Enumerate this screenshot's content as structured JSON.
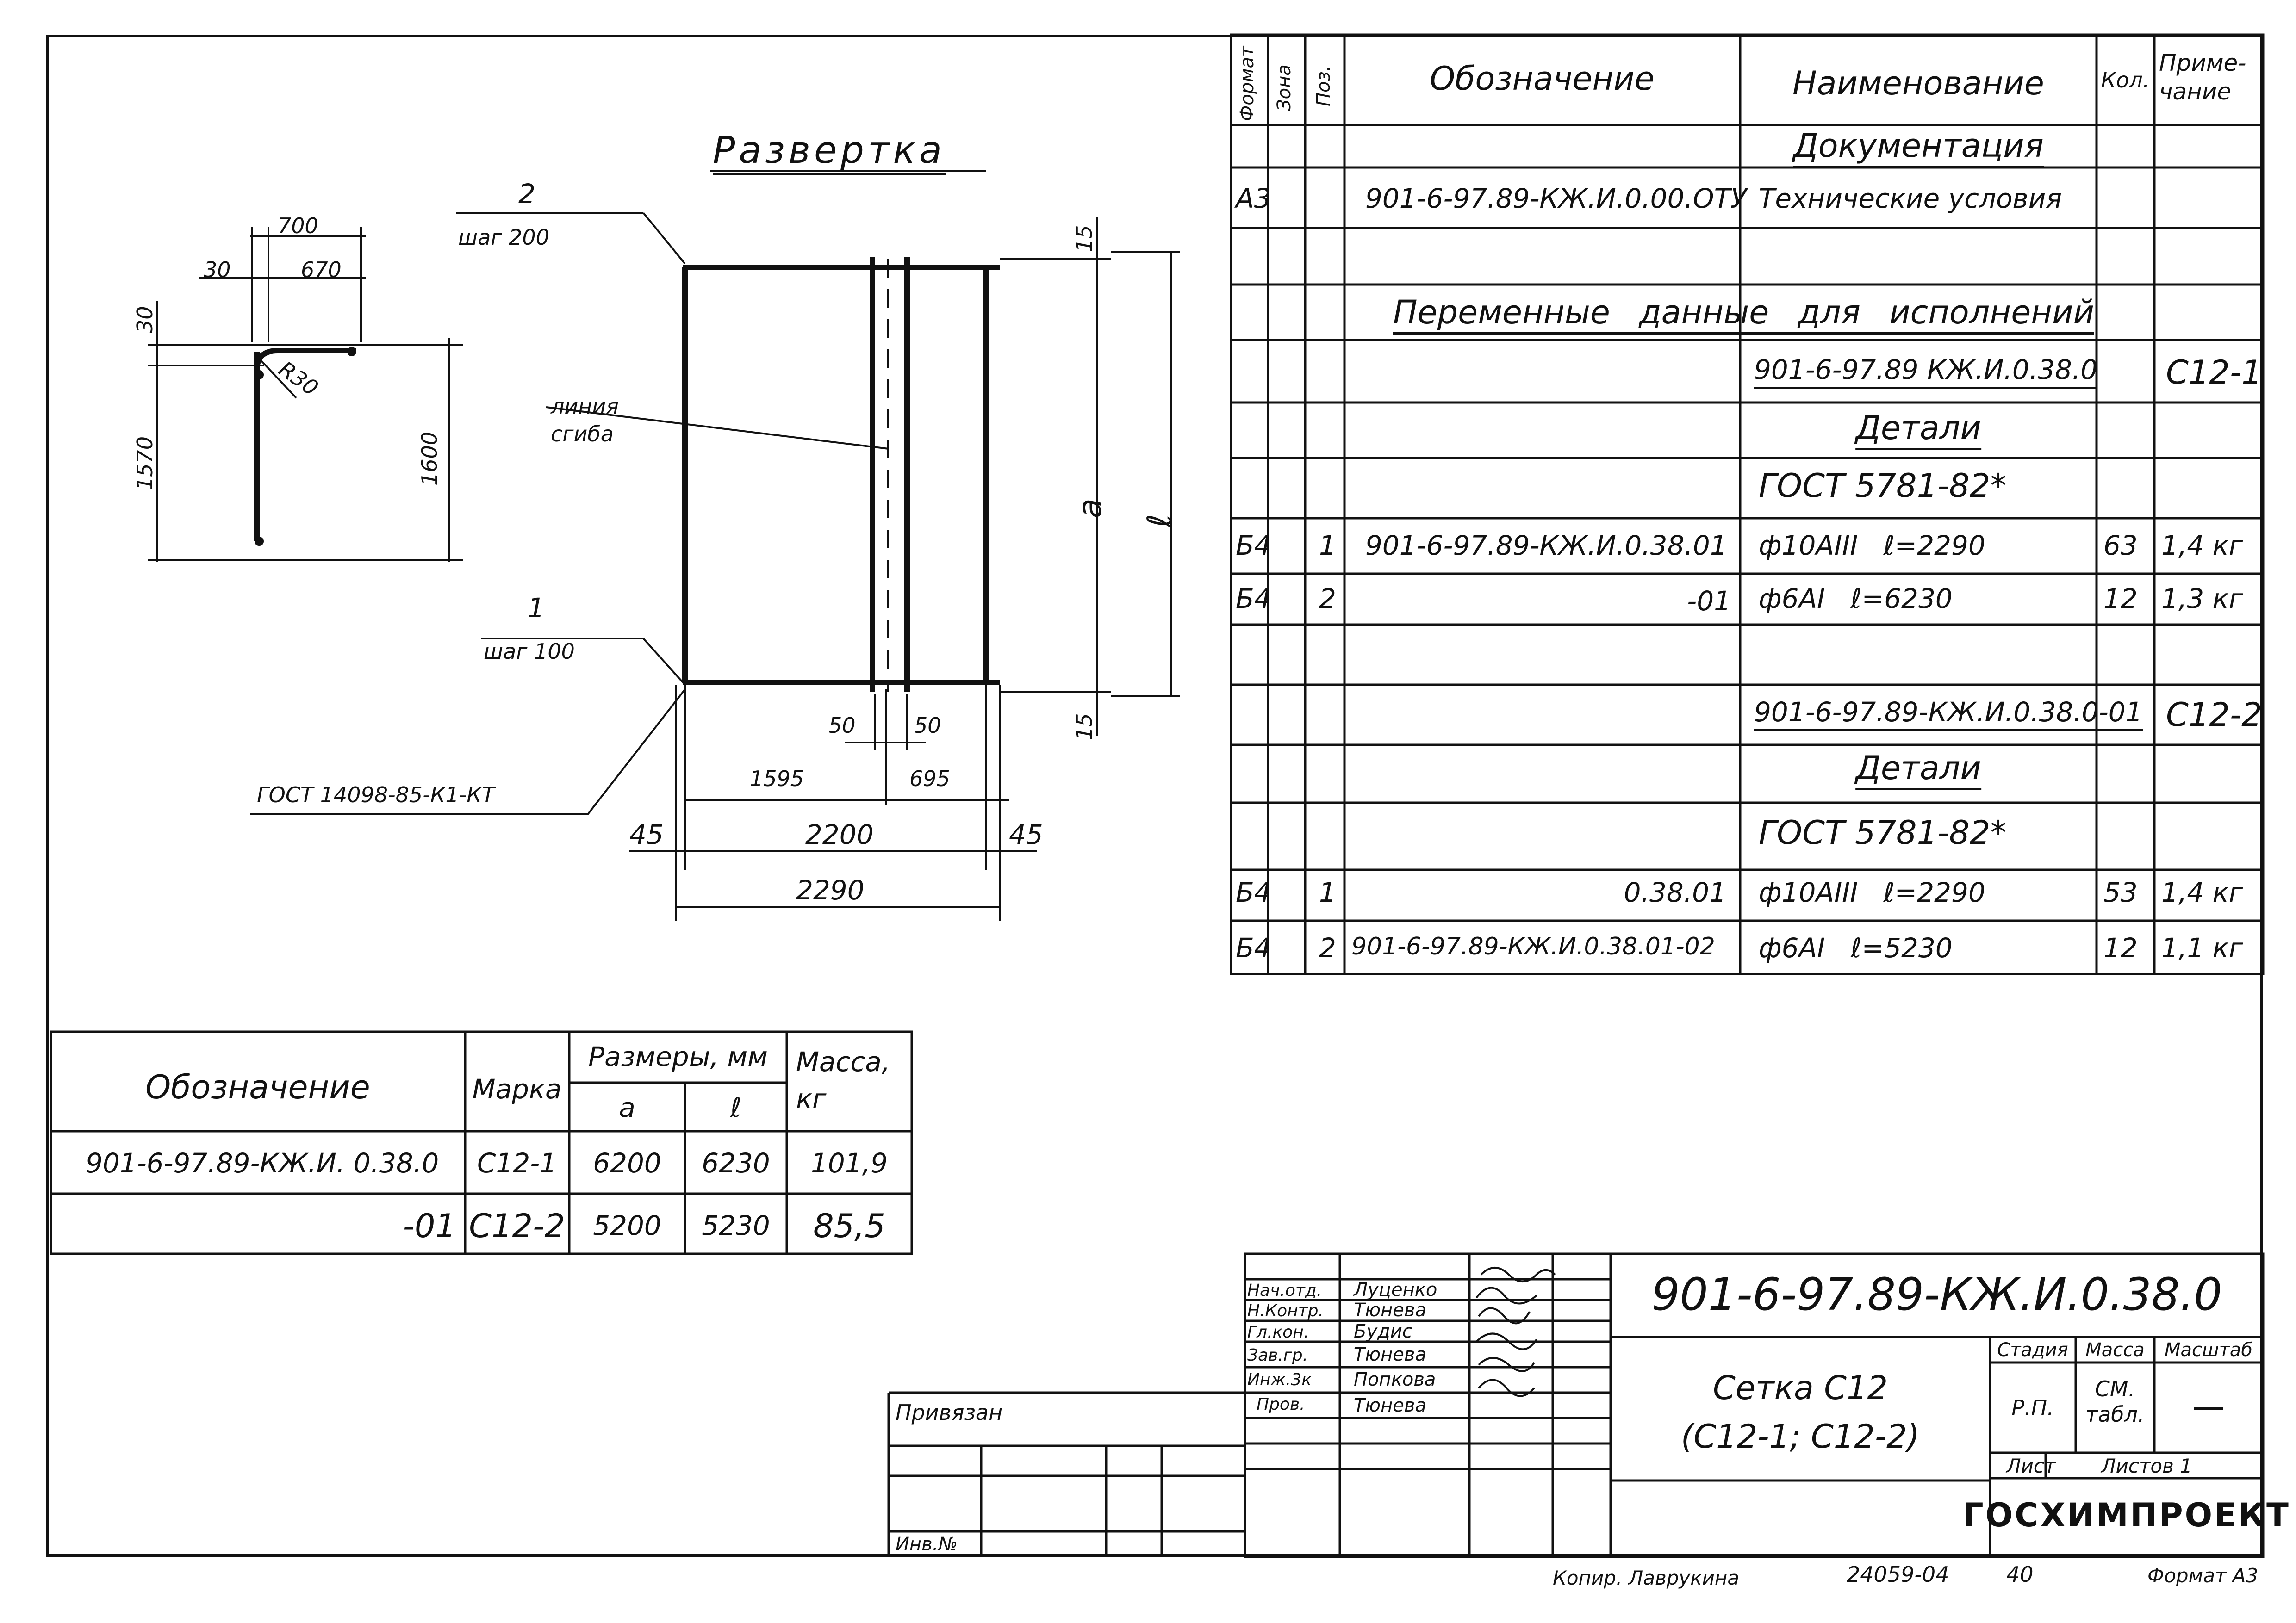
{
  "drawing": {
    "title": "Развертка",
    "dims_left": {
      "d700": "700",
      "d30a": "30",
      "d670": "670",
      "d30b": "30",
      "r30": "R30",
      "d1570": "1570",
      "d1600": "1600"
    },
    "callout_2": {
      "pos": "2",
      "step": "шаг 200"
    },
    "callout_1": {
      "pos": "1",
      "step": "шаг 100"
    },
    "fold_line": [
      "линия",
      "сгиба"
    ],
    "gost_weld": "ГОСТ 14098-85-К1-КТ",
    "dims_main": {
      "top15": "15",
      "bot15": "15",
      "a": "a",
      "l": "ℓ",
      "d50a": "50",
      "d50b": "50",
      "d1595": "1595",
      "d695": "695",
      "d45a": "45",
      "d2200": "2200",
      "d45b": "45",
      "d2290": "2290"
    }
  },
  "spec": {
    "headers": {
      "format": "Формат",
      "zone": "Зона",
      "pos": "Поз.",
      "designation": "Обозначение",
      "name": "Наименование",
      "qty": "Кол.",
      "note": "Приме-чание"
    },
    "rows": [
      {
        "format": "",
        "pos": "",
        "designation": "",
        "name": "Документация",
        "qty": "",
        "note": ""
      },
      {
        "format": "А3",
        "pos": "",
        "designation": "901-6-97.89-КЖ.И.0.00.ОТУ",
        "name": "Технические условия",
        "qty": "",
        "note": ""
      },
      {
        "format": "",
        "pos": "",
        "designation": "",
        "name": "",
        "qty": "",
        "note": ""
      },
      {
        "format": "",
        "pos": "",
        "designation": "Переменные данные для исполнений",
        "name": "",
        "qty": "",
        "note": ""
      },
      {
        "format": "",
        "pos": "",
        "designation": "",
        "name": "901-6-97.89 КЖ.И.0.38.0",
        "qty": "",
        "note": "С12-1"
      },
      {
        "format": "",
        "pos": "",
        "designation": "",
        "name": "Детали",
        "qty": "",
        "note": ""
      },
      {
        "format": "",
        "pos": "",
        "designation": "",
        "name": "ГОСТ 5781-82*",
        "qty": "",
        "note": ""
      },
      {
        "format": "Б4",
        "pos": "1",
        "designation": "901-6-97.89-КЖ.И.0.38.01",
        "name": "ф10АIII   ℓ=2290",
        "qty": "63",
        "note": "1,4 кг"
      },
      {
        "format": "Б4",
        "pos": "2",
        "designation": "-01",
        "name": "ф6АI   ℓ=6230",
        "qty": "12",
        "note": "1,3 кг"
      },
      {
        "format": "",
        "pos": "",
        "designation": "",
        "name": "",
        "qty": "",
        "note": ""
      },
      {
        "format": "",
        "pos": "",
        "designation": "",
        "name": "901-6-97.89-КЖ.И.0.38.0-01",
        "qty": "",
        "note": "С12-2"
      },
      {
        "format": "",
        "pos": "",
        "designation": "",
        "name": "Детали",
        "qty": "",
        "note": ""
      },
      {
        "format": "",
        "pos": "",
        "designation": "",
        "name": "ГОСТ 5781-82*",
        "qty": "",
        "note": ""
      },
      {
        "format": "Б4",
        "pos": "1",
        "designation": "0.38.01",
        "name": "ф10АIII   ℓ=2290",
        "qty": "53",
        "note": "1,4 кг"
      },
      {
        "format": "Б4",
        "pos": "2",
        "designation": "901-6-97.89-КЖ.И.0.38.01-02",
        "name": "ф6АI   ℓ=5230",
        "qty": "12",
        "note": "1,1 кг"
      }
    ]
  },
  "variants": {
    "headers": {
      "designation": "Обозначение",
      "mark": "Марка",
      "sizes": "Размеры, мм",
      "a": "a",
      "l": "ℓ",
      "mass": "Масса, кг"
    },
    "rows": [
      {
        "designation": "901-6-97.89-КЖ.И. 0.38.0",
        "mark": "С12-1",
        "a": "6200",
        "l": "6230",
        "mass": "101,9"
      },
      {
        "designation": "-01",
        "mark": "С12-2",
        "a": "5200",
        "l": "5230",
        "mass": "85,5"
      }
    ]
  },
  "titleblock": {
    "code": "901-6-97.89-КЖ.И.0.38.0",
    "name1": "Сетка С12",
    "name2": "(С12-1; С12-2)",
    "stage_h": "Стадия",
    "mass_h": "Масса",
    "scale_h": "Масштаб",
    "stage": "Р.П.",
    "mass": "СМ. табл.",
    "scale": "—",
    "sheet": "Лист",
    "sheets": "Листов 1",
    "org": "ГОСХИМПРОЕКТ",
    "people": [
      {
        "role": "Нач.отд.",
        "name": "Луценко"
      },
      {
        "role": "Н.Контр.",
        "name": "Тюнева"
      },
      {
        "role": "Гл.кон.",
        "name": "Будис"
      },
      {
        "role": "Зав.гр.",
        "name": "Тюнева"
      },
      {
        "role": "Инж.3к",
        "name": "Попкова"
      },
      {
        "role": "Пров.",
        "name": "Тюнева"
      }
    ],
    "privyazan": "Привязан",
    "inv": "Инв.№"
  },
  "footer": {
    "copier": "Копир. Лаврукина",
    "num": "24059-04",
    "sheetnum": "40",
    "format": "Формат А3"
  }
}
